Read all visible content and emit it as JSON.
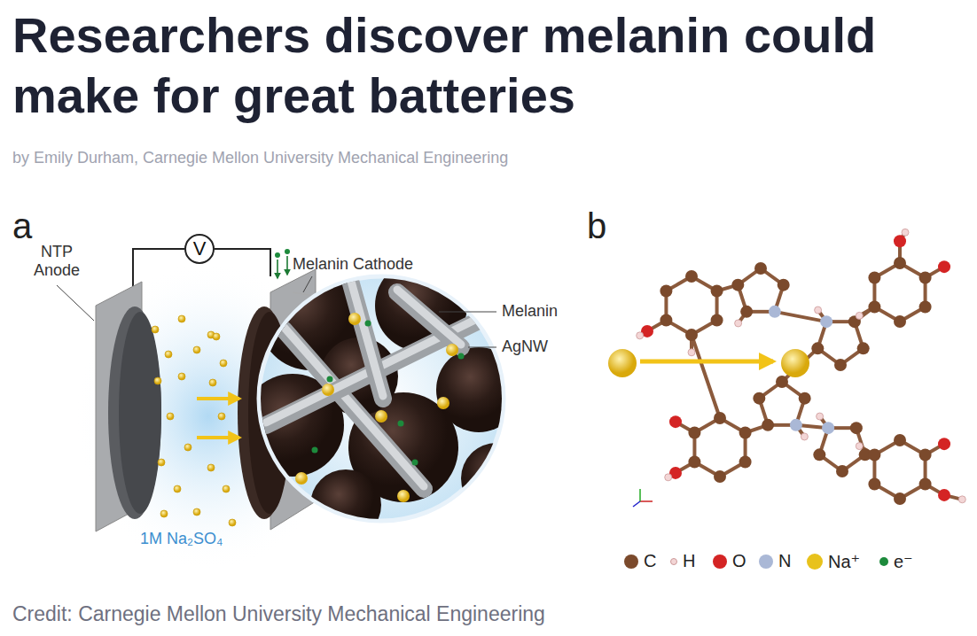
{
  "diagram": {
    "title": "Researchers discover melanin could make for great batteries",
    "caption": "Credit: Carnegie Mellon University Mechanical Engineering",
    "nodes": [
      {
        "text": [
          "V"
        ]
      }
    ],
    "labels": [
      "by Emily Durham, Carnegie Mellon University Mechanical Engineering",
      "a",
      "NTP Anode",
      "Melanin Cathode",
      "Melanin",
      "AgNW",
      "1M Na₂SO₄",
      "b"
    ],
    "legend": [
      {
        "text": "C",
        "color": "#7b4a2c"
      },
      {
        "text": "H",
        "color": "#f3d6d6"
      },
      {
        "text": "O",
        "color": "#d42424"
      },
      {
        "text": "N",
        "color": "#aab8d6"
      },
      {
        "text": "Na⁺",
        "color": "#e8c21c"
      },
      {
        "text": "e⁻",
        "color": "#1d8a3c"
      }
    ]
  }
}
